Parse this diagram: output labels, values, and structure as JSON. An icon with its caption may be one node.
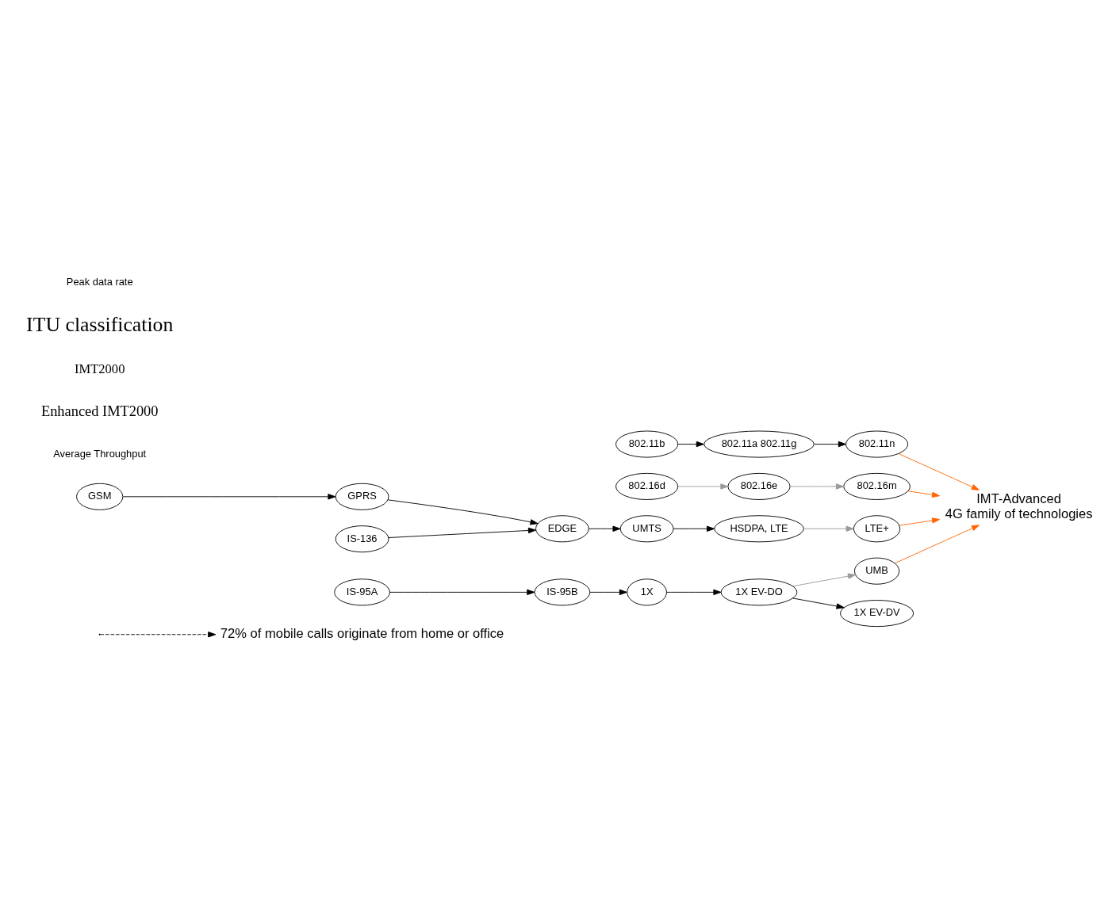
{
  "diagram": {
    "nodes": [
      {
        "text": [
          "72% of mobile calls originate from home or office"
        ]
      },
      {
        "text": [
          "IMT-Advanced",
          "4G family of technologies"
        ]
      },
      {
        "text": [
          "802.11n"
        ]
      },
      {
        "text": [
          "802.16m"
        ]
      },
      {
        "text": [
          "802.11a 802.11g"
        ]
      },
      {
        "text": [
          "802.16e"
        ]
      },
      {
        "text": [
          "LTE+"
        ]
      },
      {
        "text": [
          "UMB"
        ]
      },
      {
        "text": [
          "802.16d"
        ]
      },
      {
        "text": [
          "HSDPA, LTE"
        ]
      },
      {
        "text": [
          "802.11b"
        ]
      },
      {
        "text": [
          "1X EV-DV"
        ]
      },
      {
        "text": [
          "UMTS"
        ]
      },
      {
        "text": [
          "1X EV-DO"
        ]
      },
      {
        "text": [
          "EDGE"
        ]
      },
      {
        "text": [
          "1X"
        ]
      },
      {
        "text": [
          "IS-95A"
        ]
      },
      {
        "text": [
          "IS-95B"
        ]
      },
      {
        "text": [
          "GPRS"
        ]
      },
      {
        "text": [
          "GSM"
        ]
      },
      {
        "text": [
          "IS-136"
        ]
      }
    ],
    "edges": [
      {
        "from": 16,
        "to": 17,
        "arrow": "to"
      },
      {
        "from": 17,
        "to": 15,
        "arrow": "to"
      },
      {
        "from": 15,
        "to": 13,
        "arrow": "to"
      },
      {
        "from": 19,
        "to": 18,
        "arrow": "to"
      },
      {
        "from": 18,
        "to": 14,
        "arrow": "to"
      },
      {
        "from": 20,
        "to": 14,
        "arrow": "to"
      },
      {
        "from": 14,
        "to": 12,
        "arrow": "to"
      },
      {
        "from": 13,
        "to": 11,
        "arrow": "to"
      },
      {
        "from": 13,
        "to": 7,
        "arrow": "to",
        "color": "#999999"
      },
      {
        "from": 12,
        "to": 9,
        "arrow": "to"
      },
      {
        "from": 9,
        "to": 6,
        "arrow": "to",
        "color": "#999999"
      },
      {
        "from": 8,
        "to": 5,
        "arrow": "to",
        "color": "#999999"
      },
      {
        "from": 5,
        "to": 3,
        "arrow": "to",
        "color": "#999999"
      },
      {
        "from": 10,
        "to": 4,
        "arrow": "to"
      },
      {
        "from": 4,
        "to": 2,
        "arrow": "to"
      },
      {
        "from": 2,
        "to": 1,
        "arrow": "to",
        "color": "#ff6600"
      },
      {
        "from": 3,
        "to": 1,
        "arrow": "to",
        "color": "#ff6600"
      },
      {
        "from": 6,
        "to": 1,
        "arrow": "to",
        "color": "#ff6600"
      },
      {
        "from": 7,
        "to": 1,
        "arrow": "to",
        "color": "#ff6600"
      },
      {
        "from": null,
        "to": 0,
        "arrow": "to",
        "style": "dashed"
      }
    ],
    "labels": [
      "Average Throughput",
      "Enhanced IMT2000",
      "IMT2000",
      "ITU classification",
      "Peak data rate"
    ]
  }
}
